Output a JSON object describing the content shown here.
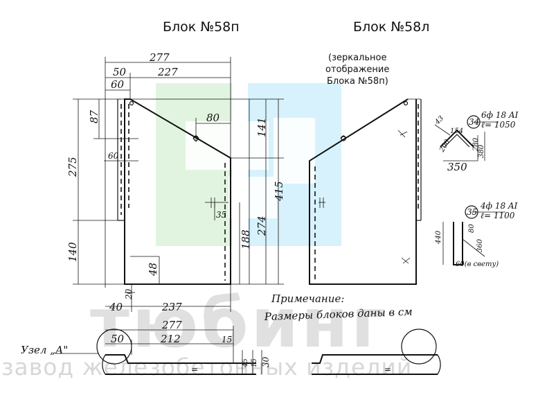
{
  "titles": {
    "left": "Блок №58п",
    "right": "Блок №58л",
    "mirror_note": [
      "(зеркальное",
      "отображение",
      "Блока №58п)"
    ]
  },
  "dimensions": {
    "d277_top": "277",
    "d50": "50",
    "d227": "227",
    "d60": "60",
    "d87": "87",
    "d275": "275",
    "d60_inner": "60",
    "d80": "80",
    "d141": "141",
    "d415": "415",
    "d35": "35",
    "d274": "274",
    "d188": "188",
    "d140": "140",
    "d48": "48",
    "d20": "20",
    "d40": "40",
    "d237": "237",
    "node_277": "277",
    "node_50": "50",
    "node_212": "212",
    "node_15": "15",
    "node_45": "45",
    "node_15b": "15",
    "node_30": "30"
  },
  "notes": {
    "heading": "Примечание:",
    "body": "Размеры блоков даны в см",
    "node_label": "Узел „А\""
  },
  "details": {
    "d34": {
      "num": "34",
      "spec": "6ф 18 AI",
      "len": "ℓ= 1050",
      "angle": "43",
      "d154": "154",
      "d200": "200",
      "d380": "380",
      "d280": "280",
      "d350": "350"
    },
    "d35": {
      "num": "35",
      "spec": "4ф 18 AI",
      "len": "ℓ= 1100",
      "d440": "440",
      "d80": "80",
      "d360": "360",
      "clear": "60(в свету)"
    }
  },
  "watermark": {
    "brand": "тюбинг",
    "tagline": "завод железобетонных изделий",
    "colors": [
      "#86d47c",
      "#5cc8f0",
      "#b5b5b5"
    ]
  }
}
